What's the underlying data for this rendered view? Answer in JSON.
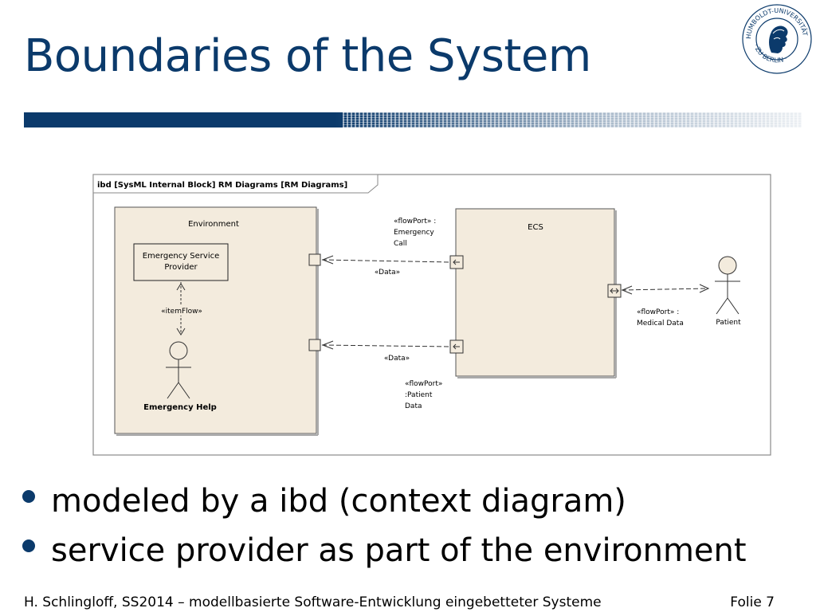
{
  "slide": {
    "title": "Boundaries of the System",
    "bullets": [
      "modeled by a ibd (context diagram)",
      "service provider as part of the environment"
    ],
    "footer": "H. Schlingloff, SS2014 – modellbasierte Software-Entwicklung eingebetteter Systeme",
    "folio": "Folie 7",
    "seal_text": "HUMBOLDT-UNIVERSITÄT ZU BERLIN",
    "accent_color": "#0b3a6b"
  },
  "diagram": {
    "frame_label": "ibd [SysML Internal Block] RM Diagrams [RM Diagrams]",
    "environment": {
      "label": "Environment",
      "service_provider": [
        "Emergency Service",
        "Provider"
      ],
      "item_flow": "«itemFlow»",
      "actor": "Emergency Help"
    },
    "ecs": {
      "label": "ECS"
    },
    "patient": {
      "label": "Patient"
    },
    "ports": {
      "emergency_call": [
        "«flowPort» :",
        "Emergency",
        "Call"
      ],
      "patient_data": [
        "«flowPort»",
        ":Patient",
        "Data"
      ],
      "medical_data": [
        "«flowPort» :",
        "Medical Data"
      ]
    },
    "flows": {
      "top": "«Data»",
      "bottom": "«Data»"
    },
    "block_fill": "#f3ebdd"
  }
}
